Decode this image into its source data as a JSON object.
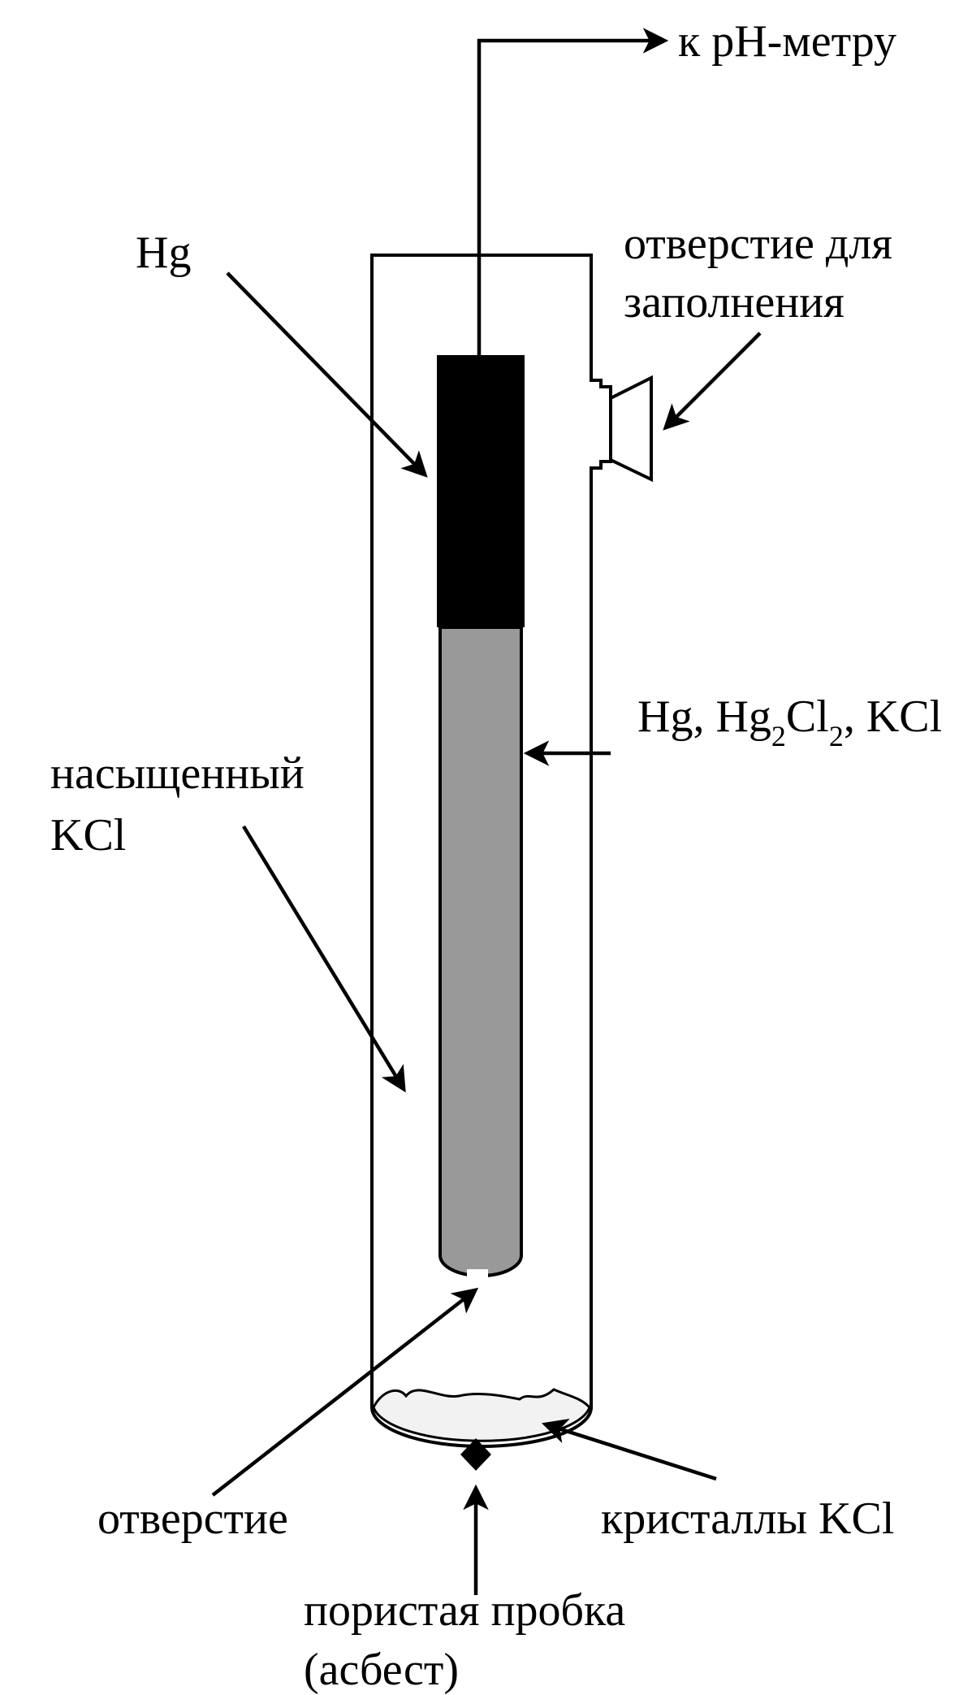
{
  "labels": {
    "to_ph_meter": "к pH-метру",
    "hg": "Hg",
    "fill_hole_line1": "отверстие для",
    "fill_hole_line2": "заполнения",
    "paste_hg": "Hg, Hg",
    "paste_sub1": "2",
    "paste_cl": "Cl",
    "paste_sub2": "2",
    "paste_kcl": ", KCl",
    "saturated_line1": "насыщенный",
    "saturated_line2": "KCl",
    "opening": "отверстие",
    "crystals": "кристаллы KCl",
    "porous_line1": "пористая пробка",
    "porous_line2": "(асбест)"
  },
  "colors": {
    "mercury": "#000000",
    "paste": "#999999",
    "crystals_fill": "#f2f2f2",
    "outline": "#000000"
  }
}
